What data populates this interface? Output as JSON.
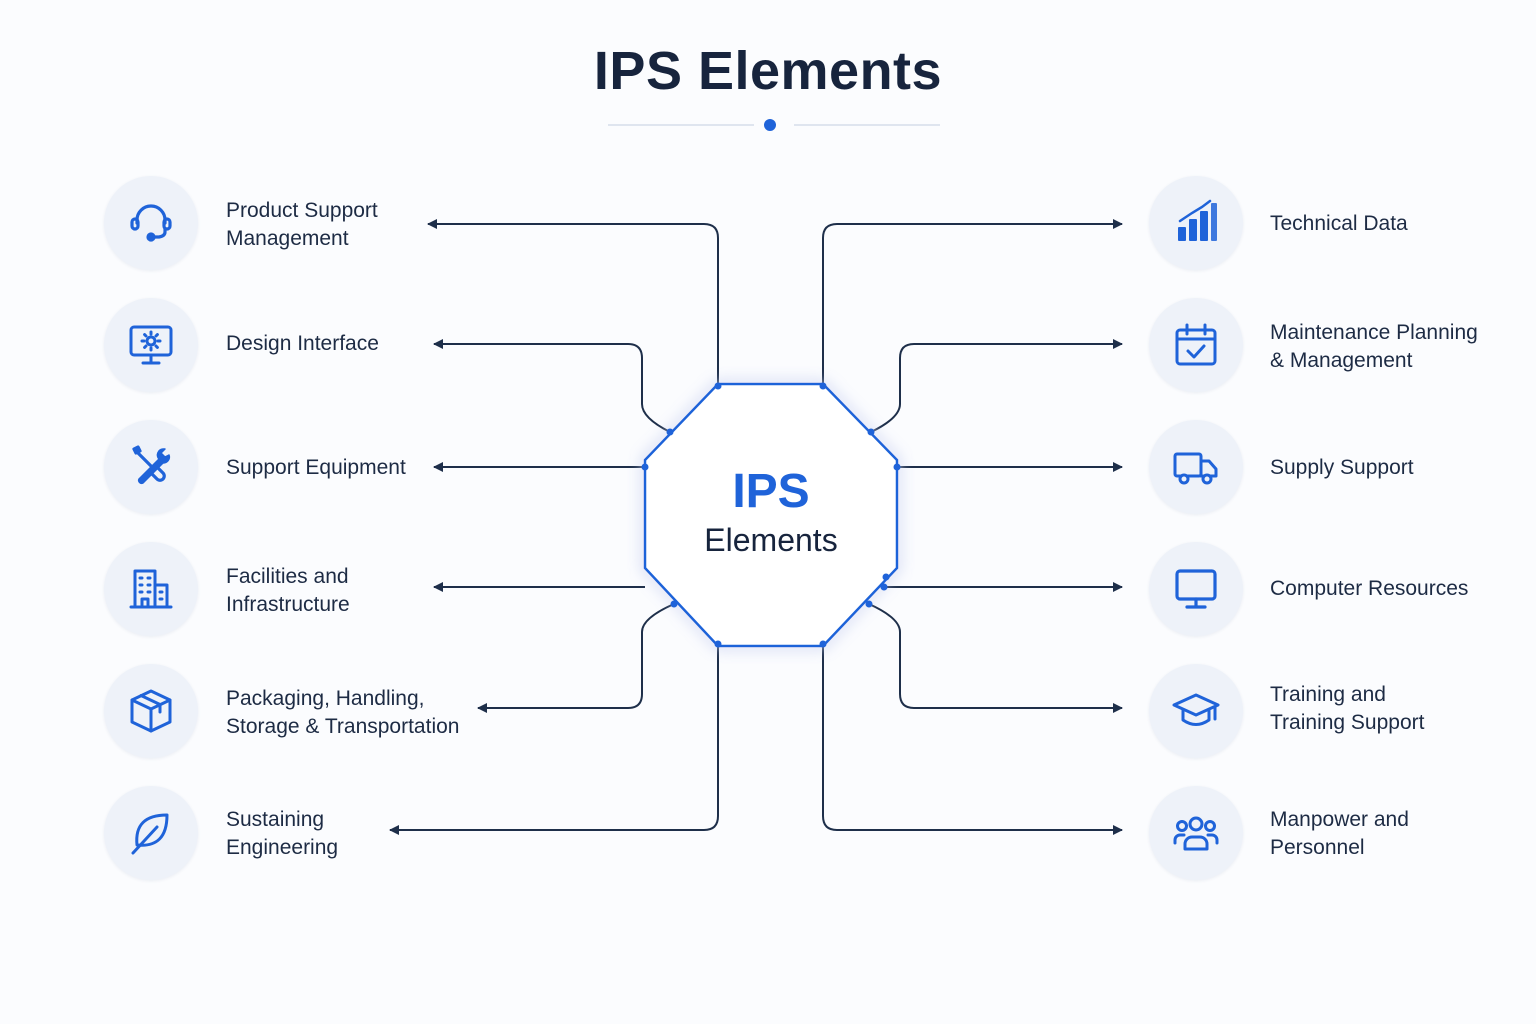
{
  "title": "IPS Elements",
  "hub": {
    "title": "IPS",
    "subtitle": "Elements"
  },
  "colors": {
    "accent": "#1f63d9",
    "connector": "#1e2f4a",
    "icon_bg": "#eef2f9"
  },
  "left_elements": [
    {
      "icon": "headset-icon",
      "lines": [
        "Product Support",
        "Management"
      ]
    },
    {
      "icon": "monitor-gear-icon",
      "lines": [
        "Design Interface"
      ]
    },
    {
      "icon": "tools-icon",
      "lines": [
        "Support Equipment"
      ]
    },
    {
      "icon": "building-icon",
      "lines": [
        "Facilities and",
        "Infrastructure"
      ]
    },
    {
      "icon": "box-icon",
      "lines": [
        "Packaging, Handling,",
        "Storage & Transportation"
      ]
    },
    {
      "icon": "leaf-icon",
      "lines": [
        "Sustaining",
        "Engineering"
      ]
    }
  ],
  "right_elements": [
    {
      "icon": "bar-chart-icon",
      "lines": [
        "Technical Data"
      ]
    },
    {
      "icon": "calendar-check-icon",
      "lines": [
        "Maintenance Planning",
        "& Management"
      ]
    },
    {
      "icon": "truck-icon",
      "lines": [
        "Supply Support"
      ]
    },
    {
      "icon": "monitor-icon",
      "lines": [
        "Computer Resources"
      ]
    },
    {
      "icon": "graduation-cap-icon",
      "lines": [
        "Training and",
        "Training Support"
      ]
    },
    {
      "icon": "people-icon",
      "lines": [
        "Manpower and",
        "Personnel"
      ]
    }
  ]
}
